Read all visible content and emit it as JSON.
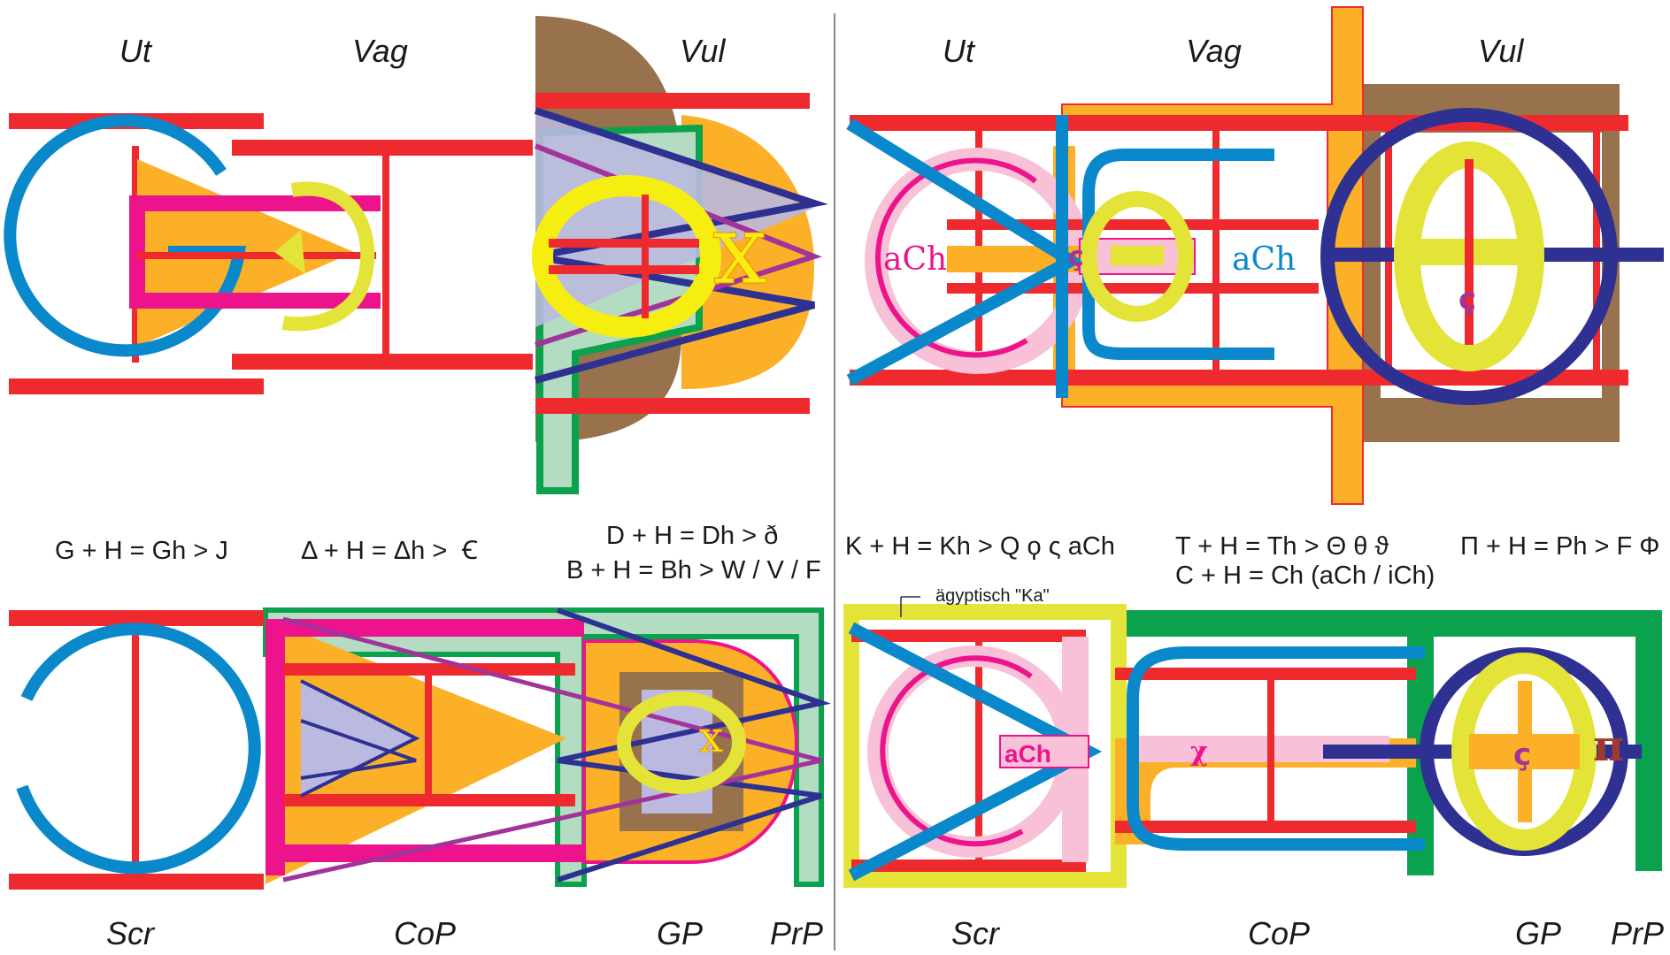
{
  "colors": {
    "red": "#ee2a2f",
    "blue": "#0a88cc",
    "orange": "#fbb028",
    "magenta": "#ec138c",
    "yellow": "#f6ee10",
    "lime": "#e3e437",
    "navy": "#2e3192",
    "green": "#0aa24c",
    "lightgreen": "#b3dcc2",
    "lavender": "#bbb9df",
    "pink": "#f8c1d7",
    "brown": "#98724c",
    "purple": "#a2339a",
    "maroon": "#a23a2b",
    "divider": "#888888"
  },
  "top_labels": {
    "left": [
      "Ut",
      "Vag",
      "Vul"
    ],
    "right": [
      "Ut",
      "Vag",
      "Vul"
    ]
  },
  "bottom_labels": {
    "left": [
      "Scr",
      "CoP",
      "GP",
      "PrP"
    ],
    "right": [
      "Scr",
      "CoP",
      "GP",
      "PrP"
    ]
  },
  "equations": {
    "g": "G + H = Gh > J",
    "delta": "Δ + H = Δh >",
    "delta_glyph": "Ꞓ",
    "d": "D + H = Dh > ð",
    "b": "B + H = Bh > W / V / F",
    "k": "K + H = Kh > Q ϙ ς aCh",
    "t": "T + H = Th > Θ θ  ϑ",
    "c": "C + H = Ch (aCh / iCh)",
    "pi": "Π + H = Ph > F Φ"
  },
  "glyphs": {
    "ach": "aCh",
    "c_cedilla": "ç",
    "theta": "θ",
    "chi": "χ",
    "x_letter": "x",
    "pi_small": "π"
  },
  "annotation": "ägyptisch \"Ka\""
}
